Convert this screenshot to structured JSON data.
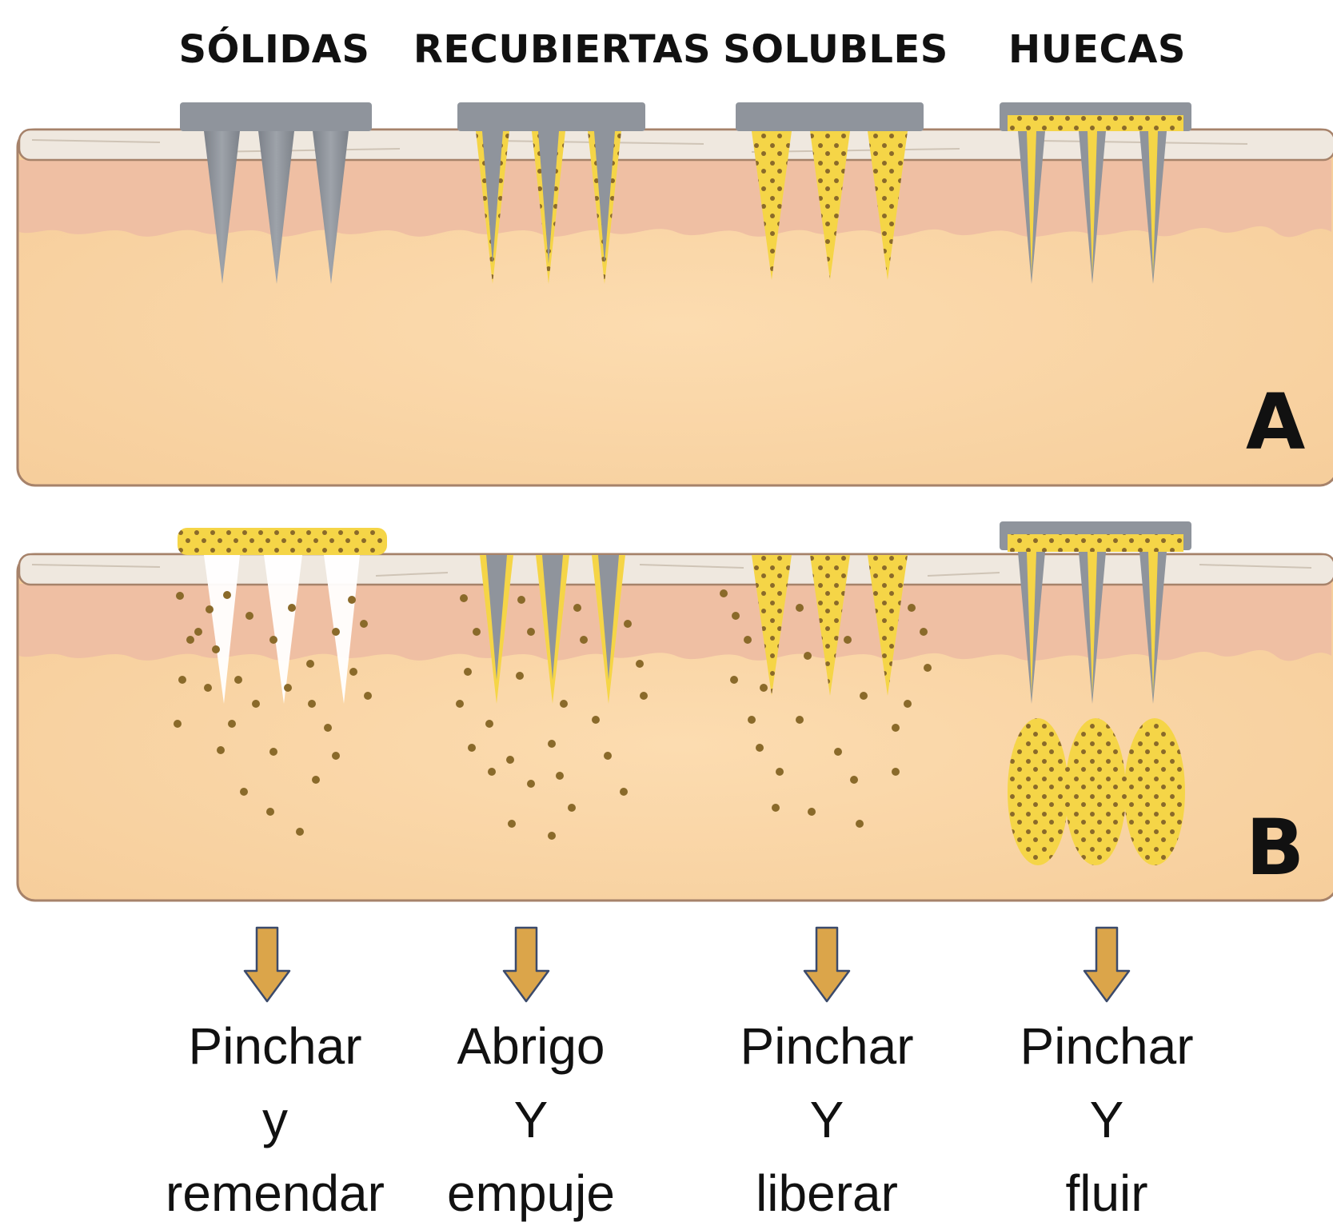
{
  "columns": [
    {
      "title": "SÓLIDAS",
      "caption": [
        "Pinchar",
        "y",
        "remendar"
      ]
    },
    {
      "title": "RECUBIERTAS",
      "caption": [
        "Abrigo",
        "Y",
        "empuje"
      ]
    },
    {
      "title": "SOLUBLES",
      "caption": [
        "Pinchar",
        "Y",
        "liberar"
      ]
    },
    {
      "title": "HUECAS",
      "caption": [
        "Pinchar",
        "Y",
        "fluir"
      ]
    }
  ],
  "panels": [
    {
      "letter": "A"
    },
    {
      "letter": "B"
    }
  ],
  "colors": {
    "skin_outer": "#fad5a5",
    "epidermis": "#eec0a4",
    "stratum_corneum": "#efe8df",
    "needle_gray": "#8f949c",
    "drug_yellow": "#f5d547",
    "drug_dot": "#8a6a2a",
    "arrow_fill": "#dba54a",
    "arrow_stroke": "#3b4a6b"
  },
  "icons": {
    "arrow": "arrow-down-icon"
  }
}
